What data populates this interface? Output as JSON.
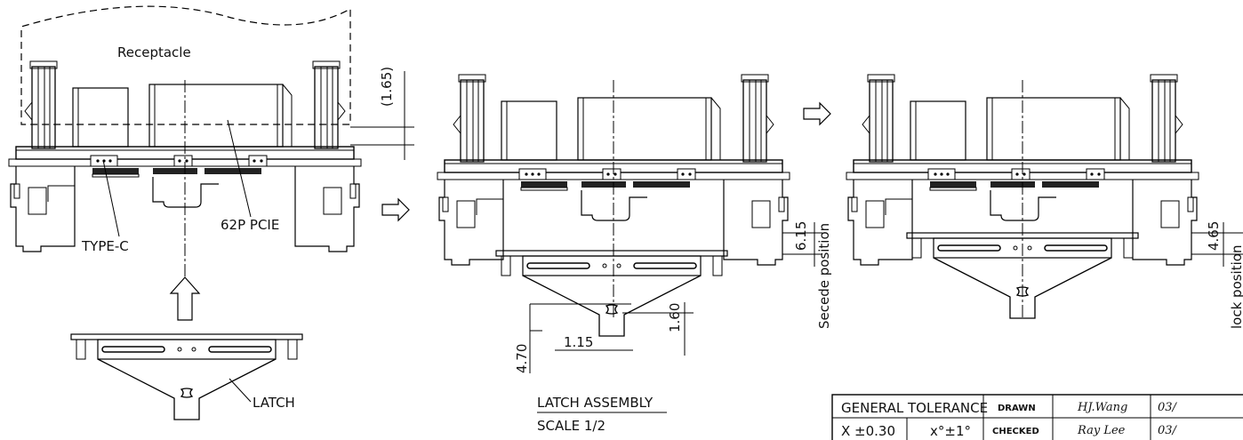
{
  "labels": {
    "receptacle": "Receptacle",
    "type_c": "TYPE-C",
    "pcie": "62P PCIE",
    "latch": "LATCH",
    "dim_1_65": "(1.65)",
    "dim_6_15": "6.15",
    "secede": "Secede position",
    "dim_4_65": "4.65",
    "lock": "lock position",
    "dim_4_70": "4.70",
    "dim_1_15": "1.15",
    "dim_1_60": "1.60",
    "assembly_title": "LATCH ASSEMBLY",
    "scale": "SCALE 1/2"
  },
  "title_block": {
    "general_tolerance": "GENERAL TOLERANCE",
    "drawn_label": "DRAWN",
    "drawn_by": "HJ.Wang",
    "drawn_date": "03/",
    "tol_linear": "X ±0.30",
    "tol_angle": "x°±1°",
    "checked_label": "CHECKED",
    "checked_by": "Ray Lee",
    "checked_date": "03/"
  }
}
